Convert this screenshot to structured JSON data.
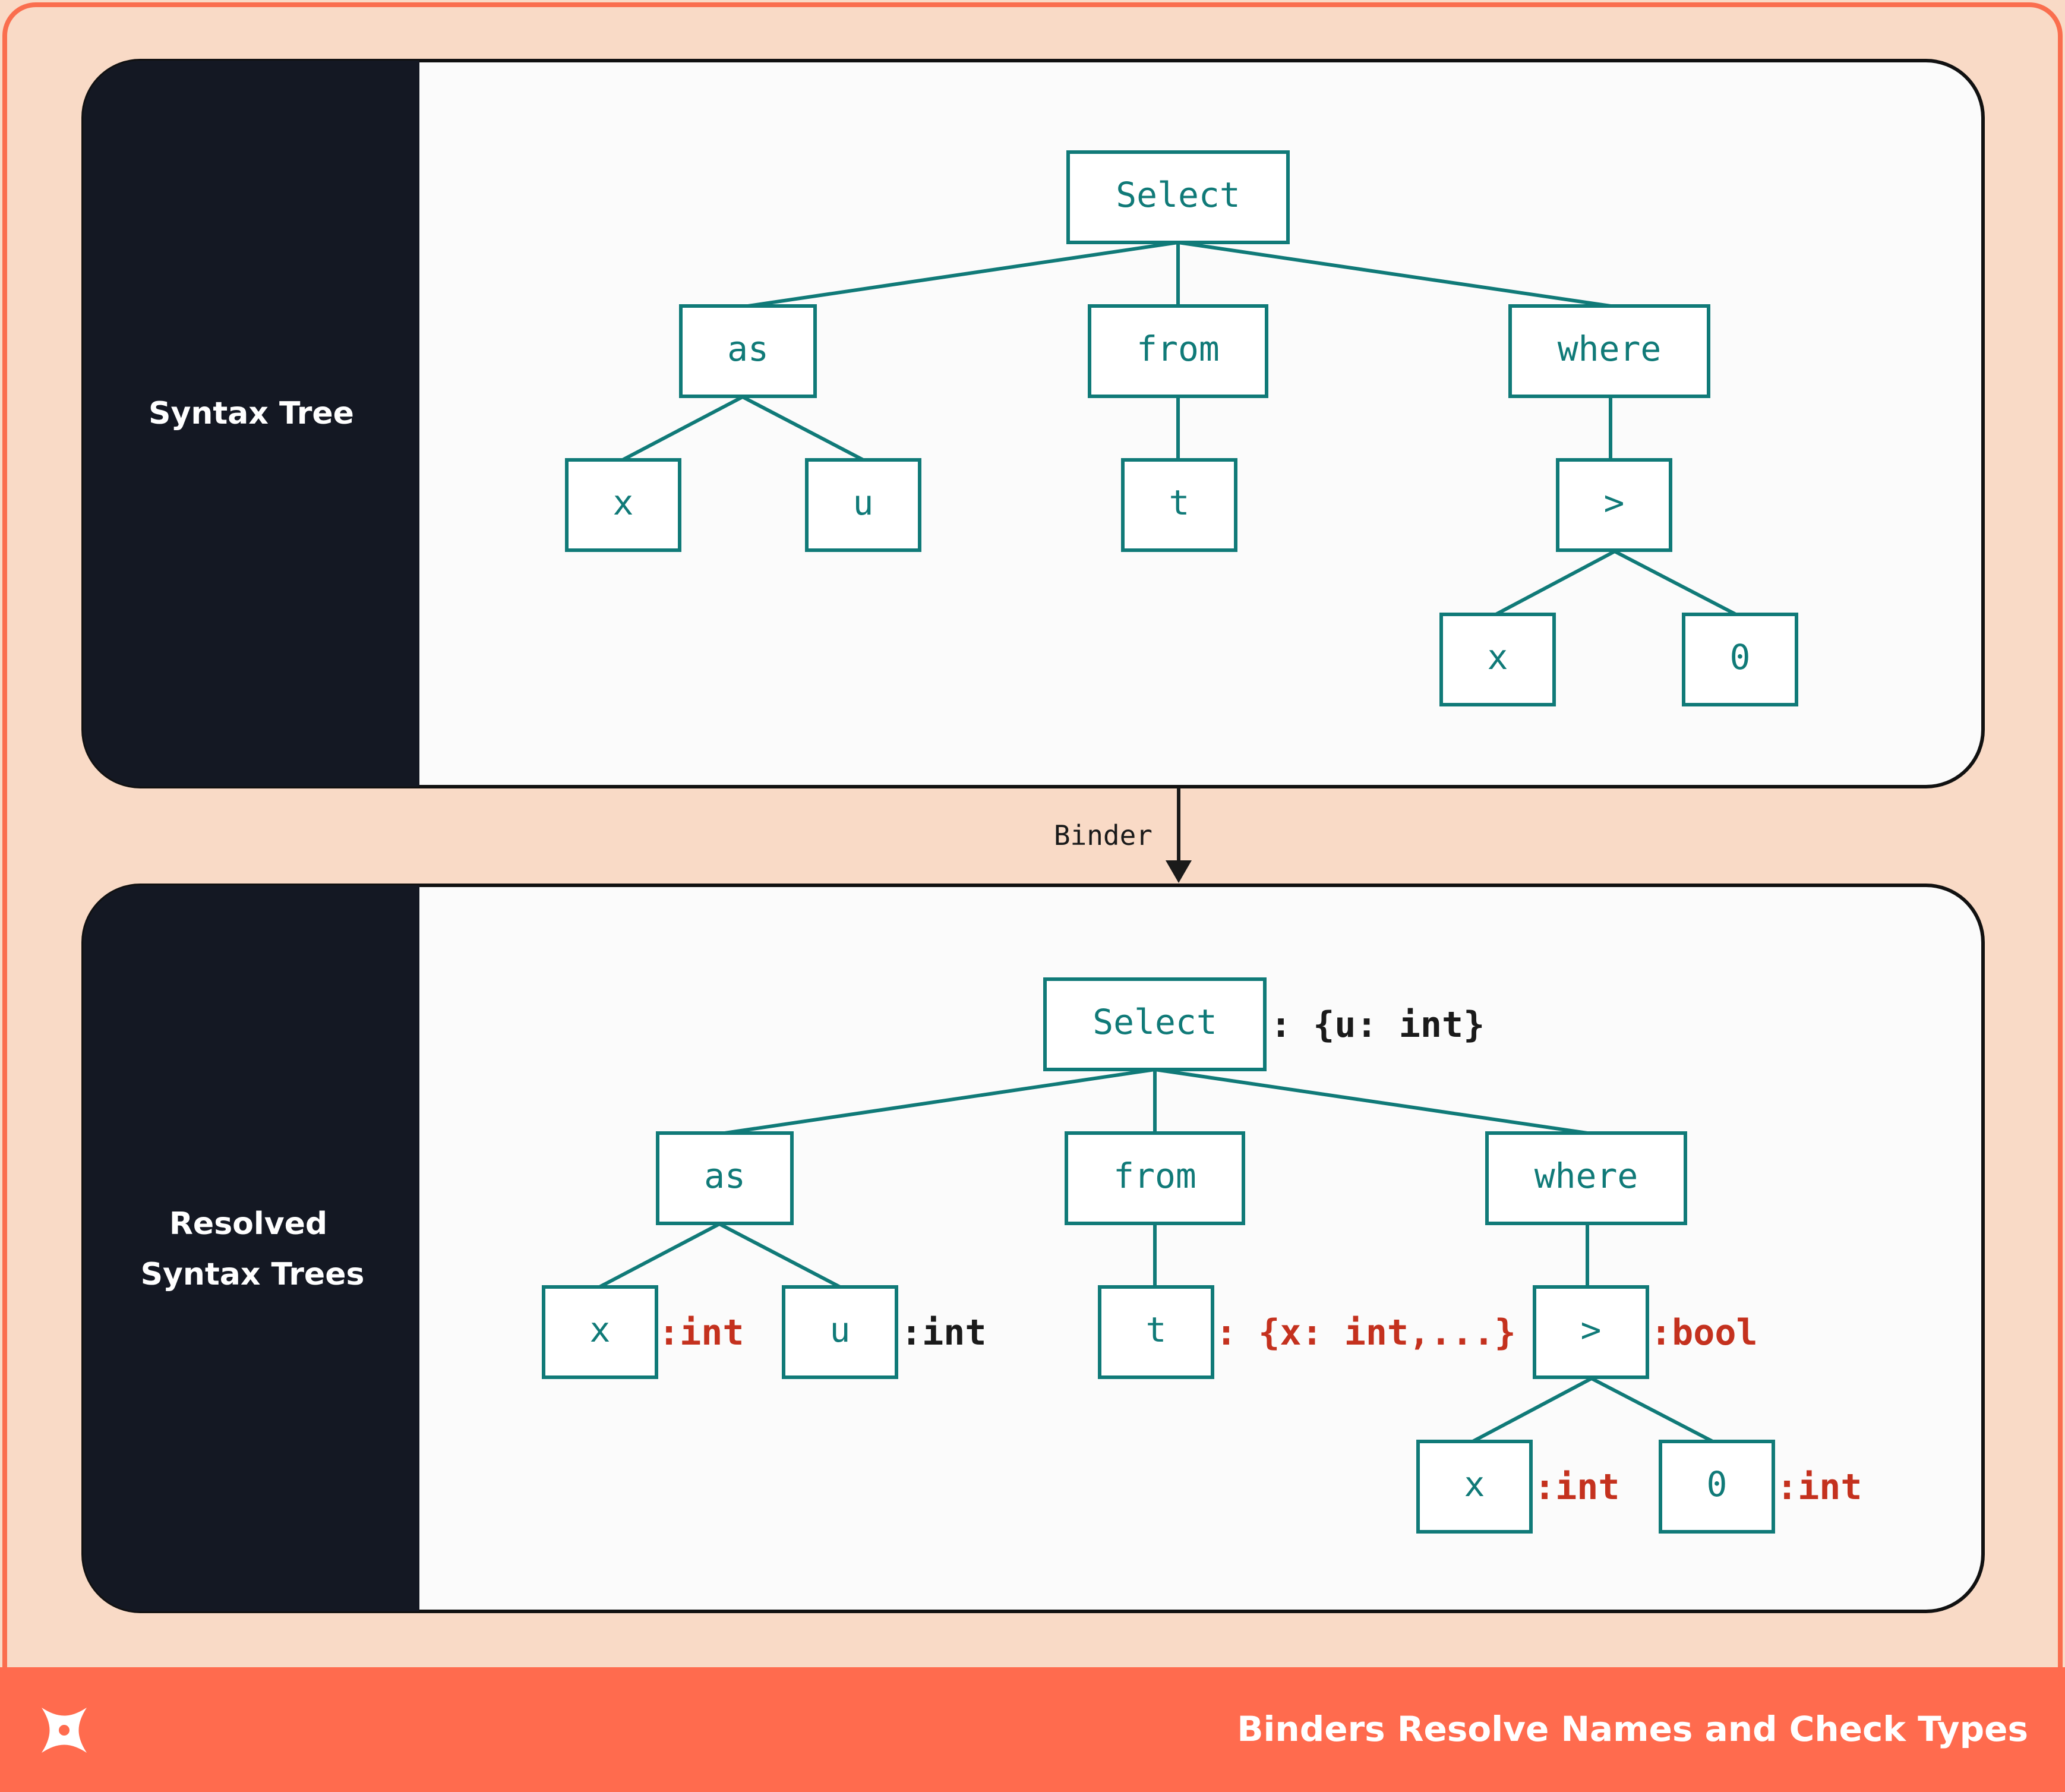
{
  "footer": {
    "title": "Binders Resolve Names and Check Types",
    "logo": "x-logo-icon"
  },
  "arrow": {
    "label": "Binder"
  },
  "panels": [
    {
      "label_lines": [
        "Syntax Tree"
      ],
      "nodes": {
        "select": "Select",
        "as": "as",
        "from": "from",
        "where": "where",
        "x": "x",
        "u": "u",
        "t": "t",
        "gt": ">",
        "x2": "x",
        "zero": "0"
      }
    },
    {
      "label_lines": [
        "Resolved",
        "Syntax Trees"
      ],
      "nodes": {
        "select": "Select",
        "as": "as",
        "from": "from",
        "where": "where",
        "x": "x",
        "u": "u",
        "t": "t",
        "gt": ">",
        "x2": "x",
        "zero": "0"
      },
      "types": {
        "select": ": {u: int}",
        "x": ":int",
        "u": ":int",
        "t": ": {x: int,...}",
        "gt": ":bool",
        "x2": ":int",
        "zero": ":int"
      }
    }
  ],
  "colors": {
    "node": "#107A78",
    "resolved_type": "#C4311E",
    "inferred_type": "#1A1A1A",
    "accent": "#FF6B4E"
  }
}
